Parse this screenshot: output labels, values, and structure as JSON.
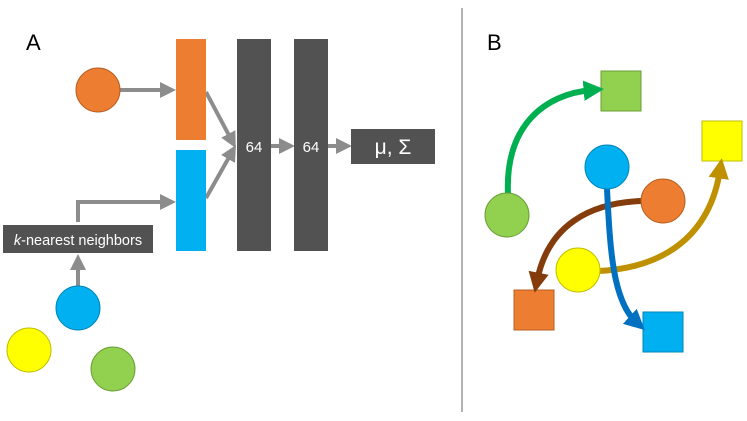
{
  "panels": {
    "a": {
      "letter": "A"
    },
    "b": {
      "letter": "B"
    }
  },
  "panel_a": {
    "knn": {
      "italic_prefix": "k",
      "rest": "-nearest neighbors"
    },
    "layer1": {
      "units": "64"
    },
    "layer2": {
      "units": "64"
    },
    "output": {
      "label": "μ, Σ"
    }
  },
  "colors": {
    "orange": "#ED7D31",
    "blue": "#00B0F0",
    "yellow": "#FFFF00",
    "green": "#92D050",
    "dark": "#525252",
    "gray_arrow": "#8C8C8C",
    "green_arrow": "#00B050",
    "brown_arrow": "#843C0C",
    "gold_arrow": "#BF9000",
    "blue_arrow": "#0070C0",
    "divider": "#808080"
  }
}
